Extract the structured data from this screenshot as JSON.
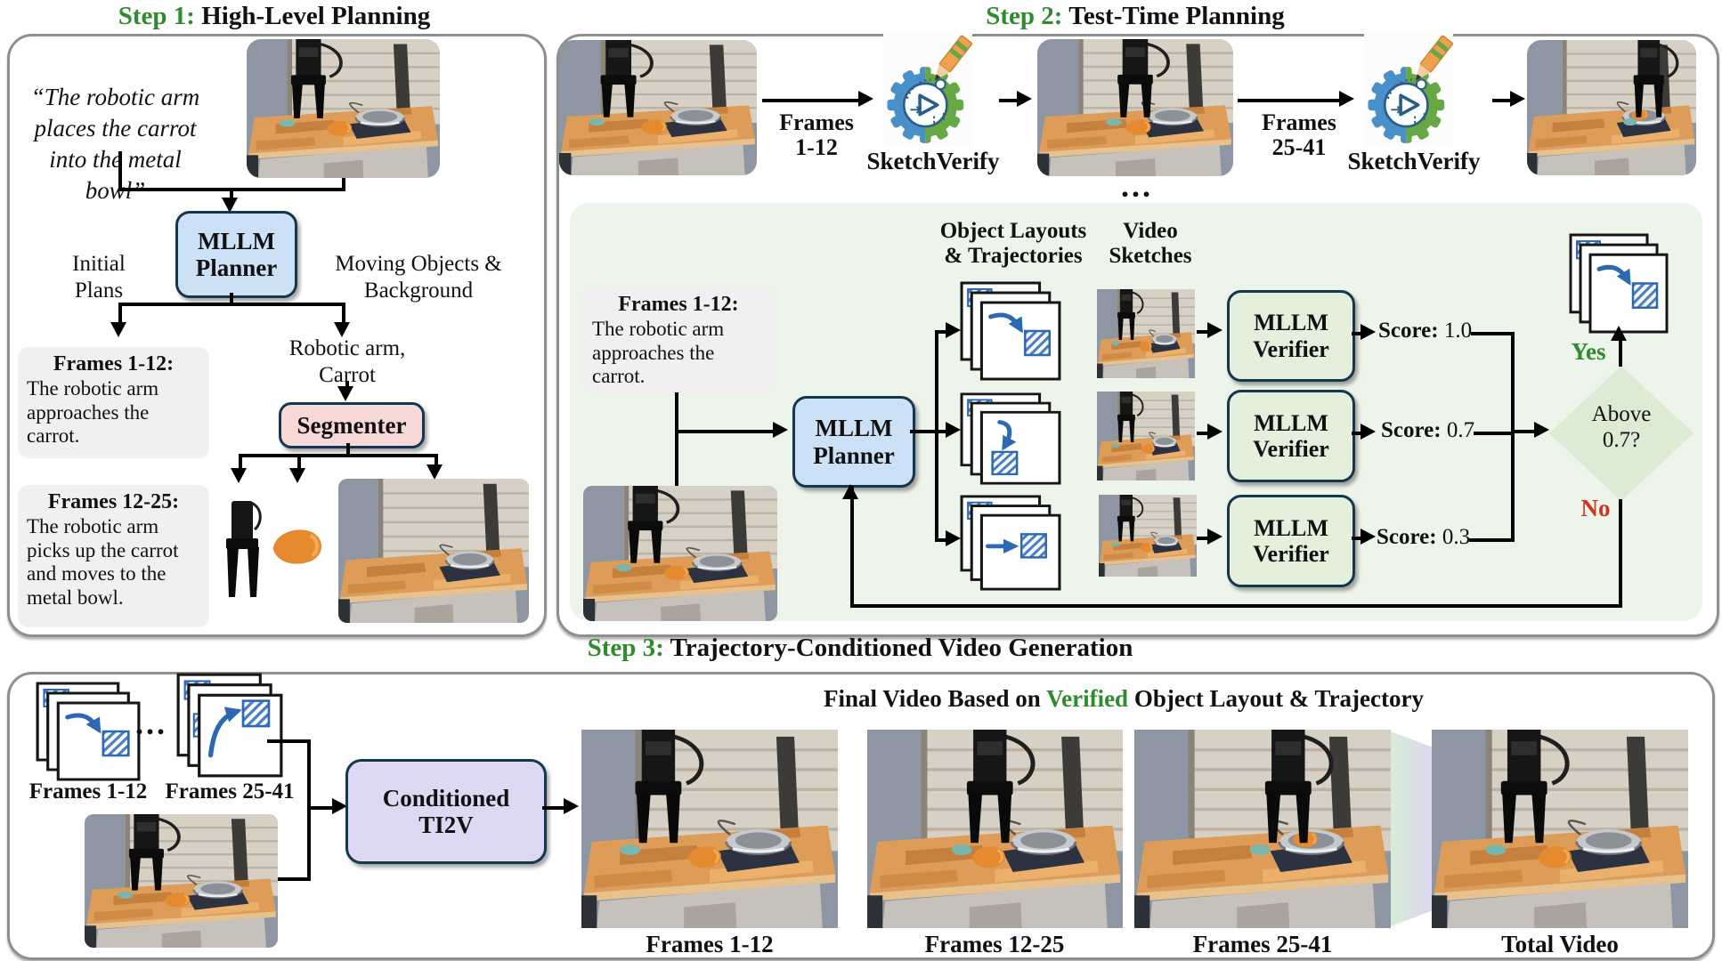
{
  "colors": {
    "step_green": "#2e8b2e",
    "yes_green": "#2e8b2e",
    "no_red": "#d03325",
    "planner_fill": "#cde1f6",
    "segmenter_fill": "#f6d8d6",
    "verifier_fill": "#e4efdc",
    "ti2v_fill": "#ded9f2",
    "inner_panel_green": "#edf4e9",
    "sketch_blue": "#2d68b2"
  },
  "step1": {
    "title_prefix": "Step 1:",
    "title_rest": " High-Level Planning",
    "quote_line1": "“The robotic arm",
    "quote_line2": "places the carrot",
    "quote_line3": "into the metal bowl”",
    "planner_line1": "MLLM",
    "planner_line2": "Planner",
    "initial_line1": "Initial",
    "initial_line2": "Plans",
    "moving_line1": "Moving Objects &",
    "moving_line2": "Background",
    "segin_line1": "Robotic arm,",
    "segin_line2": "Carrot",
    "segmenter": "Segmenter",
    "box1_title": "Frames 1-12:",
    "box1_body": "The robotic arm approaches the carrot.",
    "box2_title": "Frames 12-25:",
    "box2_body": "The robotic arm picks up the carrot and moves to the metal bowl."
  },
  "step2": {
    "title_prefix": "Step 2:",
    "title_rest": " Test-Time Planning",
    "arrow1_line1": "Frames",
    "arrow1_line2": "1-12",
    "arrow2_line1": "Frames",
    "arrow2_line2": "25-41",
    "sketchverify1": "SketchVerify",
    "sketchverify2": "SketchVerify",
    "ellipsis": "...",
    "panel": {
      "col1_line1": "Object Layouts",
      "col1_line2": "& Trajectories",
      "col2_line1": "Video",
      "col2_line2": "Sketches",
      "prompt_title": "Frames 1-12:",
      "prompt_body": "The robotic arm approaches the carrot.",
      "planner_line1": "MLLM",
      "planner_line2": "Planner",
      "verifier_line1": "MLLM",
      "verifier_line2": "Verifier",
      "rows": [
        {
          "score_label": "Score:",
          "score_value": "1.0"
        },
        {
          "score_label": "Score:",
          "score_value": "0.7"
        },
        {
          "score_label": "Score:",
          "score_value": "0.3"
        }
      ],
      "decision_line1": "Above",
      "decision_line2": "0.7?",
      "yes": "Yes",
      "no": "No"
    }
  },
  "step3": {
    "title_prefix": "Step 3:",
    "title_rest": " Trajectory-Conditioned Video Generation",
    "heading_pre": "Final Video Based on ",
    "heading_verified": "Verified",
    "heading_post": " Object Layout & Trajectory",
    "stack1_label": "Frames 1-12",
    "stack2_label": "Frames 25-41",
    "ellipsis": "...",
    "ti2v_line1": "Conditioned",
    "ti2v_line2": "TI2V",
    "captions": [
      "Frames 1-12",
      "Frames 12-25",
      "Frames 25-41",
      "Total Video"
    ]
  }
}
